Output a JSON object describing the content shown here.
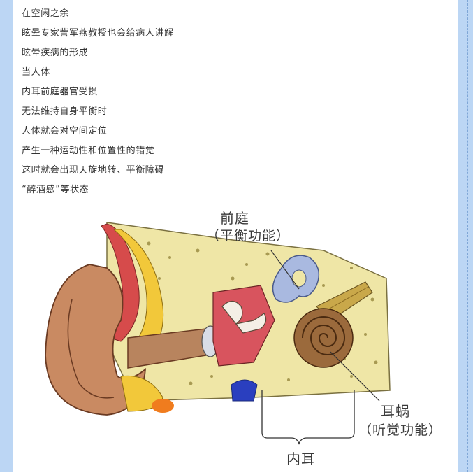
{
  "article": {
    "lines": [
      "在空闲之余",
      "眩晕专家訾军燕教授也会给病人讲解",
      "眩晕疾病的形成",
      "当人体",
      "内耳前庭器官受损",
      "无法维持自身平衡时",
      "人体就会对空间定位",
      "产生一种运动性和位置性的错觉",
      "这时就会出现天旋地转、平衡障碍",
      "“醉酒感”等状态"
    ]
  },
  "figure": {
    "labels": {
      "vestibule": "前庭",
      "vestibule_function": "（平衡功能）",
      "cochlea": "耳蜗",
      "cochlea_function": "（听觉功能）",
      "inner_ear": "内耳"
    }
  }
}
